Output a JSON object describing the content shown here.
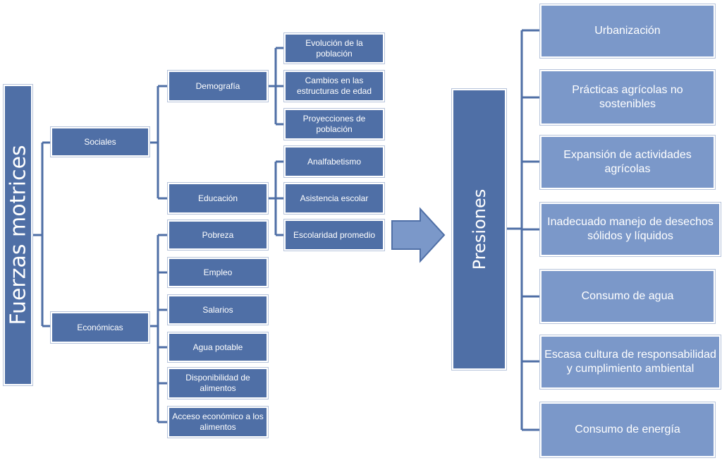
{
  "left_tree": {
    "root": "Fuerzas motrices",
    "sociales": {
      "label": "Sociales",
      "demografia": {
        "label": "Demografía",
        "items": [
          "Evolución de la población",
          "Cambios en las estructuras de edad",
          "Proyecciones de población"
        ]
      },
      "educacion": {
        "label": "Educación",
        "items": [
          "Analfabetismo",
          "Asistencia escolar",
          "Escolaridad promedio"
        ]
      }
    },
    "economicas": {
      "label": "Económicas",
      "items": [
        "Pobreza",
        "Empleo",
        "Salarios",
        "Agua potable",
        "Disponibilidad de alimentos",
        "Acceso económico a los alimentos"
      ]
    }
  },
  "right_tree": {
    "root": "Presiones",
    "items": [
      "Urbanización",
      "Prácticas agrícolas no sostenibles",
      "Expansión de actividades agrícolas",
      "Inadecuado manejo de desechos sólidos y líquidos",
      "Consumo de agua",
      "Escasa cultura de responsabilidad y cumplimiento ambiental",
      "Consumo de energía"
    ]
  },
  "colors": {
    "box_dark": "#4f6fa6",
    "box_light": "#7b98c9",
    "line": "#4f6fa6",
    "arrow": "#7b98c9"
  }
}
